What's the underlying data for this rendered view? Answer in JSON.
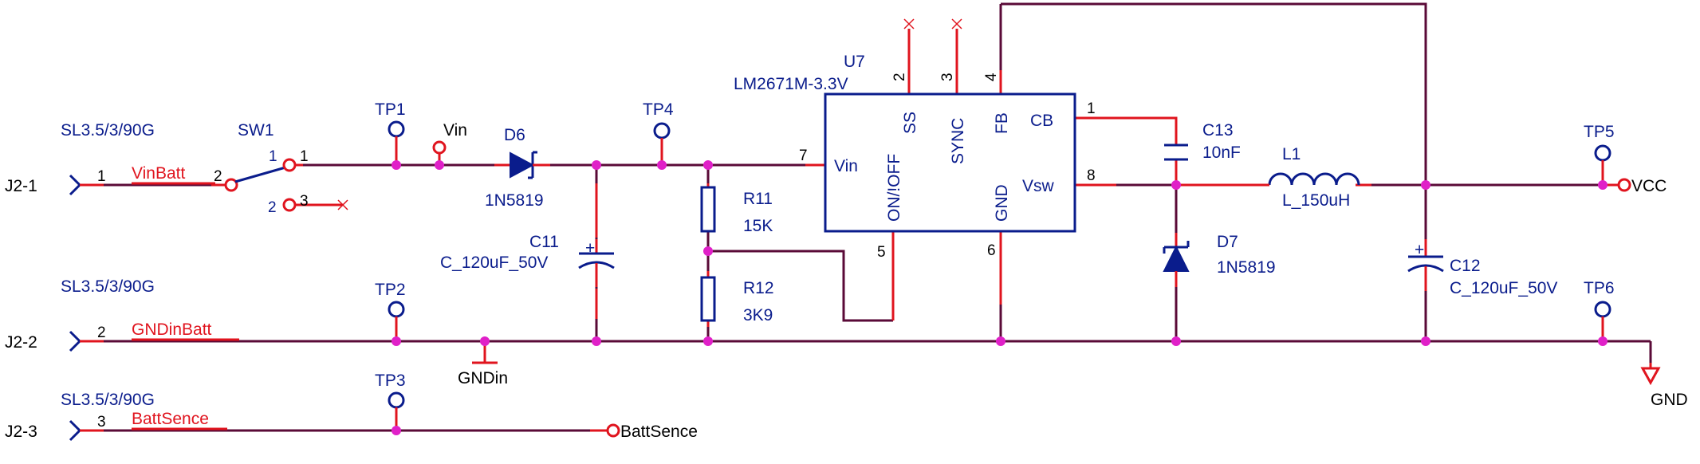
{
  "connectors": {
    "j2_1": {
      "ref": "J2-1",
      "pin": "1",
      "net": "VinBatt",
      "part": "SL3.5/3/90G"
    },
    "j2_2": {
      "ref": "J2-2",
      "pin": "2",
      "net": "GNDinBatt",
      "part": "SL3.5/3/90G"
    },
    "j2_3": {
      "ref": "J2-3",
      "pin": "3",
      "net": "BattSence",
      "part": "SL3.5/3/90G"
    }
  },
  "switch": {
    "ref": "SW1",
    "pin_common": "2",
    "pin_1a": "1",
    "pin_1b": "1",
    "pin_2": "2",
    "pin_3": "3"
  },
  "test_points": {
    "tp1": "TP1",
    "tp2": "TP2",
    "tp3": "TP3",
    "tp4": "TP4",
    "tp5": "TP5",
    "tp6": "TP6"
  },
  "nets": {
    "vin": "Vin",
    "gndin": "GNDin",
    "battsence": "BattSence",
    "vcc": "VCC",
    "gnd": "GND"
  },
  "diode_d6": {
    "ref": "D6",
    "value": "1N5819"
  },
  "diode_d7": {
    "ref": "D7",
    "value": "1N5819"
  },
  "cap_c11": {
    "ref": "C11",
    "value": "C_120uF_50V",
    "polarity": "+"
  },
  "cap_c12": {
    "ref": "C12",
    "value": "C_120uF_50V",
    "polarity": "+"
  },
  "cap_c13": {
    "ref": "C13",
    "value": "10nF"
  },
  "res_r11": {
    "ref": "R11",
    "value": "15K"
  },
  "res_r12": {
    "ref": "R12",
    "value": "3K9"
  },
  "inductor_l1": {
    "ref": "L1",
    "value": "L_150uH"
  },
  "ic_u7": {
    "ref": "U7",
    "part": "LM2671M-3.3V",
    "pins": {
      "vin": {
        "name": "Vin",
        "num": "7"
      },
      "on_off": {
        "name": "ON/!OFF",
        "num": "5"
      },
      "ss": {
        "name": "SS",
        "num": "2"
      },
      "sync": {
        "name": "SYNC",
        "num": "3"
      },
      "fb": {
        "name": "FB",
        "num": "4"
      },
      "cb": {
        "name": "CB",
        "num": "1"
      },
      "gnd": {
        "name": "GND",
        "num": "6"
      },
      "vsw": {
        "name": "Vsw",
        "num": "8"
      }
    }
  },
  "colors": {
    "wire": "#5a0a37",
    "pin_lead": "#e0141e",
    "symbol": "#0a1c8c",
    "junction": "#e020c8",
    "net_label": "#e0141e"
  }
}
